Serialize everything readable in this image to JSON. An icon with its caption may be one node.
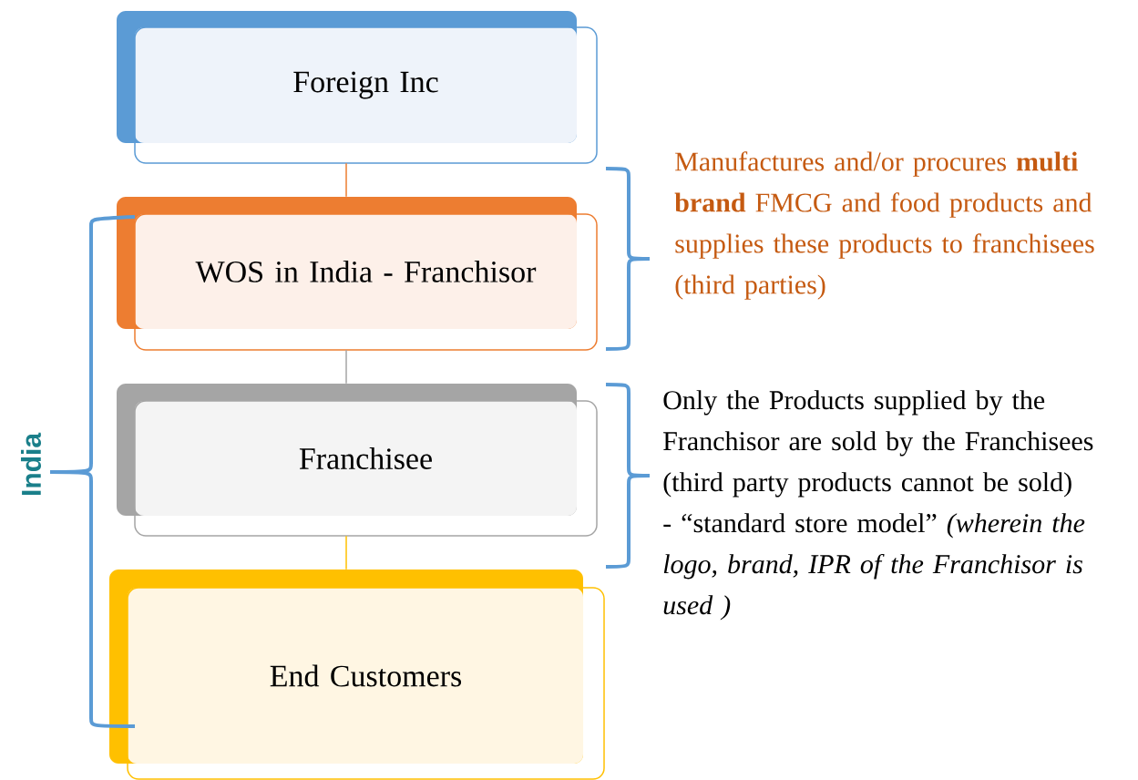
{
  "diagram": {
    "nodes": [
      {
        "text": [
          "Foreign Inc"
        ]
      },
      {
        "text": [
          "WOS in India - Franchisor"
        ]
      },
      {
        "text": [
          "Franchisee"
        ]
      },
      {
        "text": [
          "End Customers"
        ]
      }
    ],
    "edges": [
      {
        "from": 0,
        "to": 1,
        "arrow": "none",
        "color": "#ed7d31"
      },
      {
        "from": 1,
        "to": 2,
        "arrow": "none",
        "color": "#a5a5a5"
      },
      {
        "from": 2,
        "to": 3,
        "arrow": "none",
        "color": "#ffc000"
      }
    ],
    "labels": [
      "Manufactures and/or procures **multi brand** FMCG and food products and supplies these products to franchisees (third parties)",
      "Only the Products supplied by the Franchisor are sold by the Franchisees (third party products cannot be sold) - “standard store model” *(wherein the logo, brand, IPR of the Franchisor is used )*",
      "India"
    ]
  }
}
